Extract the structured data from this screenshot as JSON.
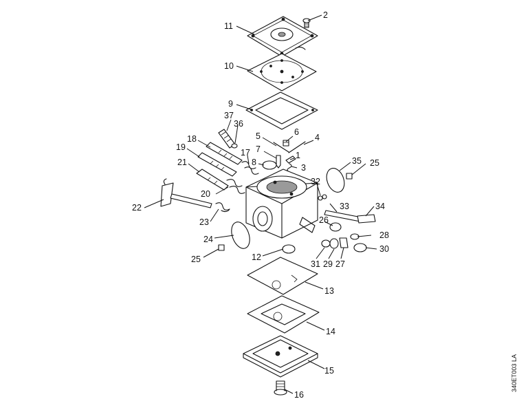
{
  "diagram": {
    "drawing_code": "340ET003 LA",
    "part_labels": [
      {
        "key": "p11",
        "text": "11"
      },
      {
        "key": "p2",
        "text": "2"
      },
      {
        "key": "p10",
        "text": "10"
      },
      {
        "key": "p9",
        "text": "9"
      },
      {
        "key": "p37",
        "text": "37"
      },
      {
        "key": "p36",
        "text": "36"
      },
      {
        "key": "p5",
        "text": "5"
      },
      {
        "key": "p6",
        "text": "6"
      },
      {
        "key": "p4",
        "text": "4"
      },
      {
        "key": "p18",
        "text": "18"
      },
      {
        "key": "p7",
        "text": "7"
      },
      {
        "key": "p1",
        "text": "1"
      },
      {
        "key": "p19",
        "text": "19"
      },
      {
        "key": "p17",
        "text": "17"
      },
      {
        "key": "p8",
        "text": "8"
      },
      {
        "key": "p3",
        "text": "3"
      },
      {
        "key": "p35",
        "text": "35"
      },
      {
        "key": "p25a",
        "text": "25"
      },
      {
        "key": "p21",
        "text": "21"
      },
      {
        "key": "p32",
        "text": "32"
      },
      {
        "key": "p20",
        "text": "20"
      },
      {
        "key": "p22",
        "text": "22"
      },
      {
        "key": "p33",
        "text": "33"
      },
      {
        "key": "p34",
        "text": "34"
      },
      {
        "key": "p23",
        "text": "23"
      },
      {
        "key": "p26",
        "text": "26"
      },
      {
        "key": "p28",
        "text": "28"
      },
      {
        "key": "p24",
        "text": "24"
      },
      {
        "key": "p30",
        "text": "30"
      },
      {
        "key": "p12",
        "text": "12"
      },
      {
        "key": "p25b",
        "text": "25"
      },
      {
        "key": "p31",
        "text": "31"
      },
      {
        "key": "p29",
        "text": "29"
      },
      {
        "key": "p27",
        "text": "27"
      },
      {
        "key": "p13",
        "text": "13"
      },
      {
        "key": "p14",
        "text": "14"
      },
      {
        "key": "p15",
        "text": "15"
      },
      {
        "key": "p16",
        "text": "16"
      }
    ]
  }
}
